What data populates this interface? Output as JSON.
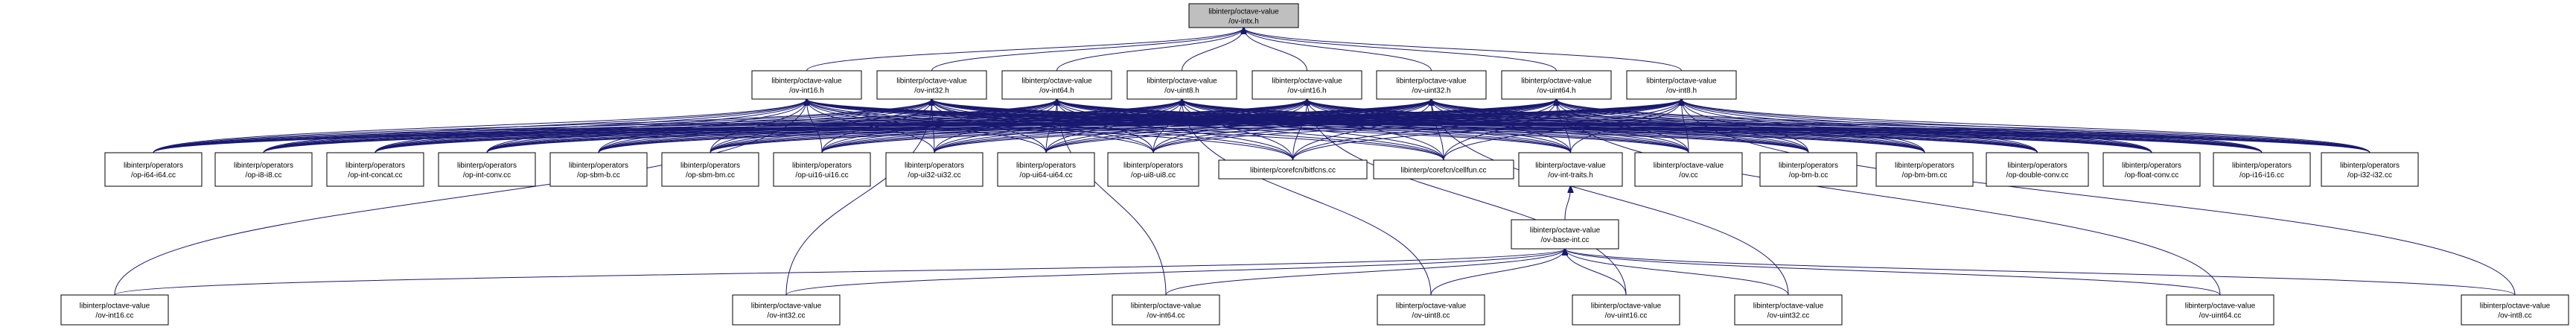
{
  "graph": {
    "type": "include-dependency-graph",
    "edge_color": "#191970",
    "root_fill": "#bfbfbf",
    "node_fill": "#ffffff",
    "nodes": [
      {
        "id": "root",
        "lines": [
          "libinterp/octave-value",
          "/ov-intx.h"
        ],
        "root": true
      },
      {
        "id": "h_int16",
        "lines": [
          "libinterp/octave-value",
          "/ov-int16.h"
        ]
      },
      {
        "id": "h_int32",
        "lines": [
          "libinterp/octave-value",
          "/ov-int32.h"
        ]
      },
      {
        "id": "h_int64",
        "lines": [
          "libinterp/octave-value",
          "/ov-int64.h"
        ]
      },
      {
        "id": "h_uint8",
        "lines": [
          "libinterp/octave-value",
          "/ov-uint8.h"
        ]
      },
      {
        "id": "h_uint16",
        "lines": [
          "libinterp/octave-value",
          "/ov-uint16.h"
        ]
      },
      {
        "id": "h_uint32",
        "lines": [
          "libinterp/octave-value",
          "/ov-uint32.h"
        ]
      },
      {
        "id": "h_uint64",
        "lines": [
          "libinterp/octave-value",
          "/ov-uint64.h"
        ]
      },
      {
        "id": "h_int8",
        "lines": [
          "libinterp/octave-value",
          "/ov-int8.h"
        ]
      },
      {
        "id": "op_i64",
        "lines": [
          "libinterp/operators",
          "/op-i64-i64.cc"
        ]
      },
      {
        "id": "op_i8",
        "lines": [
          "libinterp/operators",
          "/op-i8-i8.cc"
        ]
      },
      {
        "id": "op_concat",
        "lines": [
          "libinterp/operators",
          "/op-int-concat.cc"
        ]
      },
      {
        "id": "op_intconv",
        "lines": [
          "libinterp/operators",
          "/op-int-conv.cc"
        ]
      },
      {
        "id": "op_sbmb",
        "lines": [
          "libinterp/operators",
          "/op-sbm-b.cc"
        ]
      },
      {
        "id": "op_sbmbm",
        "lines": [
          "libinterp/operators",
          "/op-sbm-bm.cc"
        ]
      },
      {
        "id": "op_ui16",
        "lines": [
          "libinterp/operators",
          "/op-ui16-ui16.cc"
        ]
      },
      {
        "id": "op_ui32",
        "lines": [
          "libinterp/operators",
          "/op-ui32-ui32.cc"
        ]
      },
      {
        "id": "op_ui64",
        "lines": [
          "libinterp/operators",
          "/op-ui64-ui64.cc"
        ]
      },
      {
        "id": "op_ui8",
        "lines": [
          "libinterp/operators",
          "/op-ui8-ui8.cc"
        ]
      },
      {
        "id": "bitfcns",
        "lines": [
          "libinterp/corefcn/bitfcns.cc"
        ]
      },
      {
        "id": "cellfun",
        "lines": [
          "libinterp/corefcn/cellfun.cc"
        ]
      },
      {
        "id": "inttraits",
        "lines": [
          "libinterp/octave-value",
          "/ov-int-traits.h"
        ]
      },
      {
        "id": "ovcc",
        "lines": [
          "libinterp/octave-value",
          "/ov.cc"
        ]
      },
      {
        "id": "op_bmb",
        "lines": [
          "libinterp/operators",
          "/op-bm-b.cc"
        ]
      },
      {
        "id": "op_bmbm",
        "lines": [
          "libinterp/operators",
          "/op-bm-bm.cc"
        ]
      },
      {
        "id": "op_dconv",
        "lines": [
          "libinterp/operators",
          "/op-double-conv.cc"
        ]
      },
      {
        "id": "op_fconv",
        "lines": [
          "libinterp/operators",
          "/op-float-conv.cc"
        ]
      },
      {
        "id": "op_i16",
        "lines": [
          "libinterp/operators",
          "/op-i16-i16.cc"
        ]
      },
      {
        "id": "op_i32",
        "lines": [
          "libinterp/operators",
          "/op-i32-i32.cc"
        ]
      },
      {
        "id": "baseint",
        "lines": [
          "libinterp/octave-value",
          "/ov-base-int.cc"
        ]
      },
      {
        "id": "cc_int16",
        "lines": [
          "libinterp/octave-value",
          "/ov-int16.cc"
        ]
      },
      {
        "id": "cc_int32",
        "lines": [
          "libinterp/octave-value",
          "/ov-int32.cc"
        ]
      },
      {
        "id": "cc_int64",
        "lines": [
          "libinterp/octave-value",
          "/ov-int64.cc"
        ]
      },
      {
        "id": "cc_uint8",
        "lines": [
          "libinterp/octave-value",
          "/ov-uint8.cc"
        ]
      },
      {
        "id": "cc_uint16",
        "lines": [
          "libinterp/octave-value",
          "/ov-uint16.cc"
        ]
      },
      {
        "id": "cc_uint32",
        "lines": [
          "libinterp/octave-value",
          "/ov-uint32.cc"
        ]
      },
      {
        "id": "cc_uint64",
        "lines": [
          "libinterp/octave-value",
          "/ov-uint64.cc"
        ]
      },
      {
        "id": "cc_int8",
        "lines": [
          "libinterp/octave-value",
          "/ov-int8.cc"
        ]
      }
    ],
    "edges_to_root": [
      "h_int16",
      "h_int32",
      "h_int64",
      "h_uint8",
      "h_uint16",
      "h_uint32",
      "h_uint64",
      "h_int8"
    ],
    "header_includers": [
      "op_i64",
      "op_i8",
      "op_concat",
      "op_intconv",
      "op_sbmb",
      "op_sbmbm",
      "op_ui16",
      "op_ui32",
      "op_ui64",
      "op_ui8",
      "bitfcns",
      "cellfun",
      "inttraits",
      "ovcc",
      "op_bmb",
      "op_bmbm",
      "op_dconv",
      "op_fconv",
      "op_i16",
      "op_i32"
    ],
    "other_edges": [
      [
        "baseint",
        "inttraits"
      ],
      [
        "cc_int16",
        "baseint"
      ],
      [
        "cc_int32",
        "baseint"
      ],
      [
        "cc_int64",
        "baseint"
      ],
      [
        "cc_uint8",
        "baseint"
      ],
      [
        "cc_uint16",
        "baseint"
      ],
      [
        "cc_uint32",
        "baseint"
      ],
      [
        "cc_uint64",
        "baseint"
      ],
      [
        "cc_int8",
        "baseint"
      ],
      [
        "cc_int16",
        "h_int16"
      ],
      [
        "cc_int32",
        "h_int32"
      ],
      [
        "cc_int64",
        "h_int64"
      ],
      [
        "cc_uint8",
        "h_uint8"
      ],
      [
        "cc_uint16",
        "h_uint16"
      ],
      [
        "cc_uint32",
        "h_uint32"
      ],
      [
        "cc_uint64",
        "h_uint64"
      ],
      [
        "cc_int8",
        "h_int8"
      ]
    ]
  }
}
